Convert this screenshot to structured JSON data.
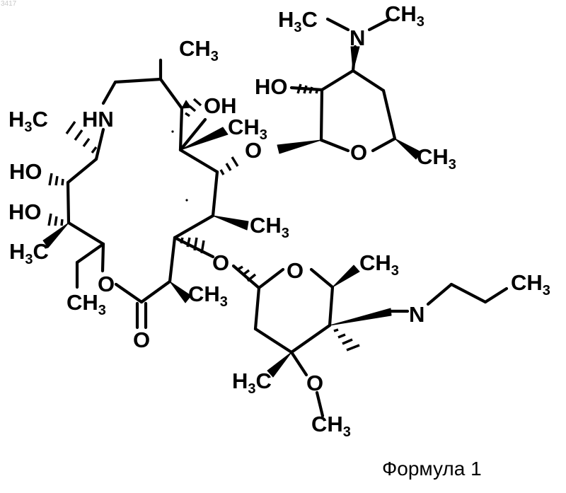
{
  "page": {
    "id_mark": "3417",
    "caption": "Формула 1"
  },
  "structure": {
    "atom_labels": [
      {
        "name": "atom-nme2-left-methyl",
        "sym": "H",
        "sub": "3",
        "sym2": "C"
      },
      {
        "name": "atom-nme2-nitrogen",
        "sym": "N"
      },
      {
        "name": "atom-nme2-right-methyl",
        "sym": "CH",
        "sub": "3"
      },
      {
        "name": "atom-top-methyl",
        "sym": "CH",
        "sub": "3"
      },
      {
        "name": "atom-desosamine-hydroxyl",
        "sym": "HO"
      },
      {
        "name": "atom-ring-nh",
        "sym": "HN"
      },
      {
        "name": "atom-c6-hydroxyl",
        "sym": "OH"
      },
      {
        "name": "atom-c6-methyl",
        "sym": "CH",
        "sub": "3"
      },
      {
        "name": "atom-c10-methyl",
        "sym": "H",
        "sub": "3",
        "sym2": "C"
      },
      {
        "name": "atom-ether-o-upper",
        "sym": "O"
      },
      {
        "name": "atom-desosamine-ring-o",
        "sym": "O"
      },
      {
        "name": "atom-desosamine-methyl",
        "sym": "CH",
        "sub": "3"
      },
      {
        "name": "atom-c11-hydroxyl",
        "sym": "HO"
      },
      {
        "name": "atom-c12-hydroxyl",
        "sym": "HO"
      },
      {
        "name": "atom-c4-methyl",
        "sym": "CH",
        "sub": "3"
      },
      {
        "name": "atom-c12-methyl",
        "sym": "H",
        "sub": "3",
        "sym2": "C"
      },
      {
        "name": "atom-ether-o-lower",
        "sym": "O"
      },
      {
        "name": "atom-cladinose-ring-o",
        "sym": "O"
      },
      {
        "name": "atom-cladinose-methyl",
        "sym": "CH",
        "sub": "3"
      },
      {
        "name": "atom-propyl-methyl",
        "sym": "CH",
        "sub": "3"
      },
      {
        "name": "atom-lactone-o",
        "sym": "O"
      },
      {
        "name": "atom-c2-methyl",
        "sym": "CH",
        "sub": "3"
      },
      {
        "name": "atom-ethyl-methyl",
        "sym": "CH",
        "sub": "3"
      },
      {
        "name": "atom-amine-n",
        "sym": "N"
      },
      {
        "name": "atom-carbonyl-o",
        "sym": "O"
      },
      {
        "name": "atom-cladinose-c-methyl",
        "sym": "H",
        "sub": "3",
        "sym2": "C"
      },
      {
        "name": "atom-methoxy-o",
        "sym": "O"
      },
      {
        "name": "atom-methoxy-methyl",
        "sym": "CH",
        "sub": "3"
      }
    ]
  }
}
